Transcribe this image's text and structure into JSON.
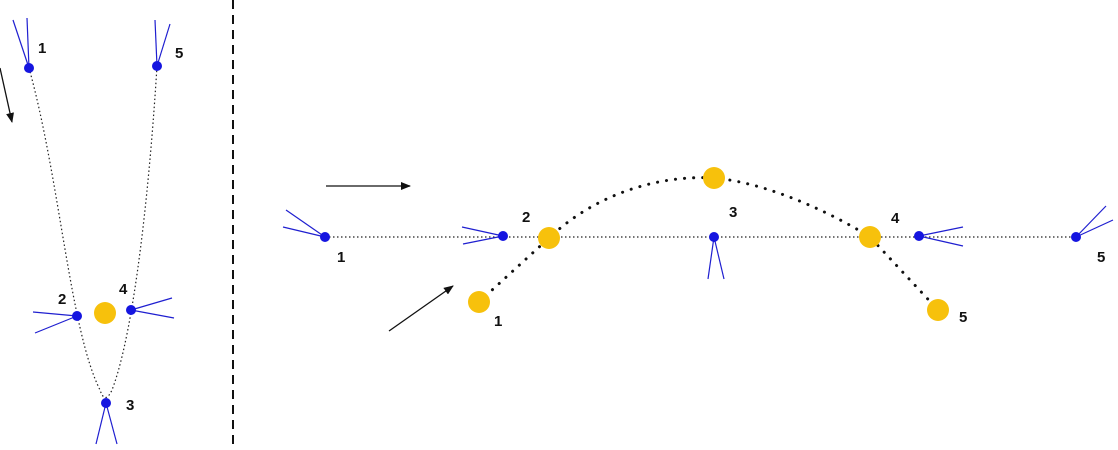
{
  "colors": {
    "divider": "#111111",
    "trajectory": "#222222",
    "comet_dot": "#1515e0",
    "comet_tail": "#1f1fd0",
    "sun": "#f7c10c",
    "arrow": "#111111"
  },
  "left_panel": {
    "labels": [
      "1",
      "2",
      "3",
      "4",
      "5"
    ]
  },
  "right_panel": {
    "comet_labels": [
      "1",
      "2",
      "3",
      "4",
      "5"
    ],
    "sun_labels": [
      "1",
      "3",
      "5"
    ]
  },
  "icons": {
    "comet": "comet-icon",
    "sun": "sun-icon",
    "arrow": "direction-arrow-icon"
  }
}
